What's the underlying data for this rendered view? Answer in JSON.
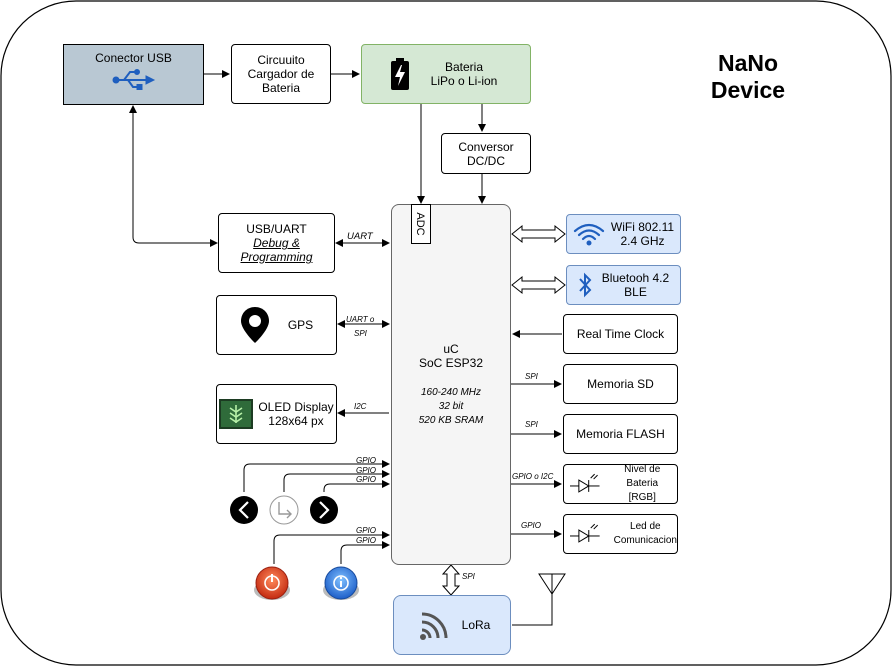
{
  "title": [
    "NaNo",
    "Device"
  ],
  "blocks": {
    "usb_connector": {
      "label": "Conector USB",
      "fill": "#b9c8d3"
    },
    "charger": {
      "lines": [
        "Circuuito",
        "Cargador de",
        "Bateria"
      ]
    },
    "battery": {
      "lines": [
        "Bateria",
        "LiPo o Li-ion"
      ],
      "fill": "#d5e8d4"
    },
    "dcdc": {
      "lines": [
        "Conversor",
        "DC/DC"
      ]
    },
    "usb_uart": {
      "line1": "USB/UART",
      "line2": "Debug &",
      "line3": "Programming"
    },
    "gps": {
      "label": "GPS"
    },
    "oled": {
      "lines": [
        "OLED Display",
        "128x64 px"
      ]
    },
    "wifi": {
      "lines": [
        "WiFi 802.11",
        "2.4 GHz"
      ],
      "fill": "#dae8fc"
    },
    "bluetooth": {
      "lines": [
        "Bluetooh 4.2",
        "BLE"
      ],
      "fill": "#dae8fc"
    },
    "rtc": {
      "label": "Real Time Clock"
    },
    "sd": {
      "label": "Memoria SD"
    },
    "flash": {
      "label": "Memoria FLASH"
    },
    "battery_level": {
      "lines": [
        "Nivel de Bateria",
        "[RGB]"
      ]
    },
    "led": {
      "lines": [
        "Led de",
        "Comunicacion"
      ]
    },
    "lora": {
      "label": "LoRa",
      "fill": "#dae8fc"
    },
    "mcu": {
      "lines": [
        "uC",
        "SoC ESP32"
      ],
      "specs": [
        "160-240 MHz",
        "32 bit",
        "520 KB SRAM"
      ],
      "adc": "ADC",
      "fill": "#f5f5f5"
    }
  },
  "connection_labels": {
    "uart": "UART",
    "gps": [
      "UART o",
      "SPI"
    ],
    "oled": "I2C",
    "sd": "SPI",
    "flash": "SPI",
    "battery_level": "GPIO o I2C",
    "led": "GPIO",
    "lora": "SPI",
    "gpio": "GPIO"
  },
  "icons": [
    "usb-icon",
    "battery-charge-icon",
    "map-pin-icon",
    "oled-icon",
    "wifi-icon",
    "bluetooth-icon",
    "diode-icon",
    "lora-icon",
    "antenna-icon",
    "button-left-icon",
    "button-enter-icon",
    "button-right-icon",
    "power-button-icon",
    "info-button-icon"
  ],
  "colors": {
    "usb": "#b9c8d3",
    "battery": "#d5e8d4",
    "wireless": "#dae8fc",
    "mcu": "#f5f5f5",
    "icon_blue": "#1f5fbf"
  }
}
